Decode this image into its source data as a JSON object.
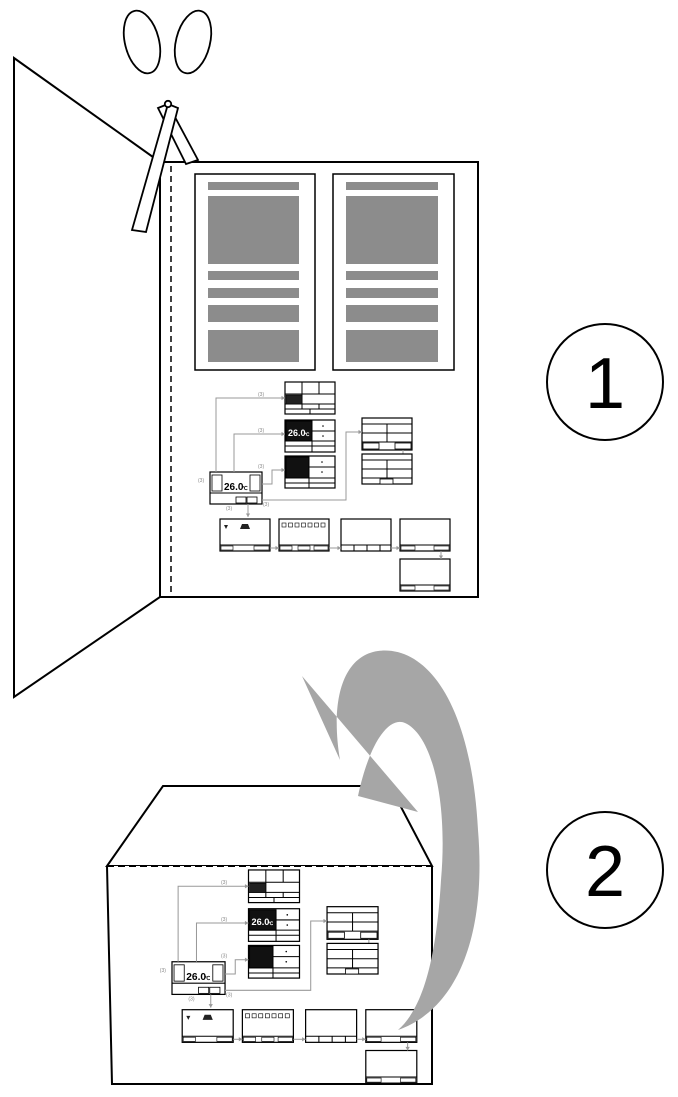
{
  "steps": {
    "step_1_label": "1",
    "step_2_label": "2"
  },
  "flow_diagram": {
    "temperature_display": "26.0",
    "temperature_unit": "℃",
    "arrow_tag": "(3)"
  },
  "icons": {
    "cut": "scissors-icon",
    "fold": "curved-arrow-icon"
  },
  "colors": {
    "line": "#000000",
    "placeholder_gray": "#8c8c8c",
    "arrow_gray": "#a6a6a6",
    "connector_gray": "#999999"
  }
}
